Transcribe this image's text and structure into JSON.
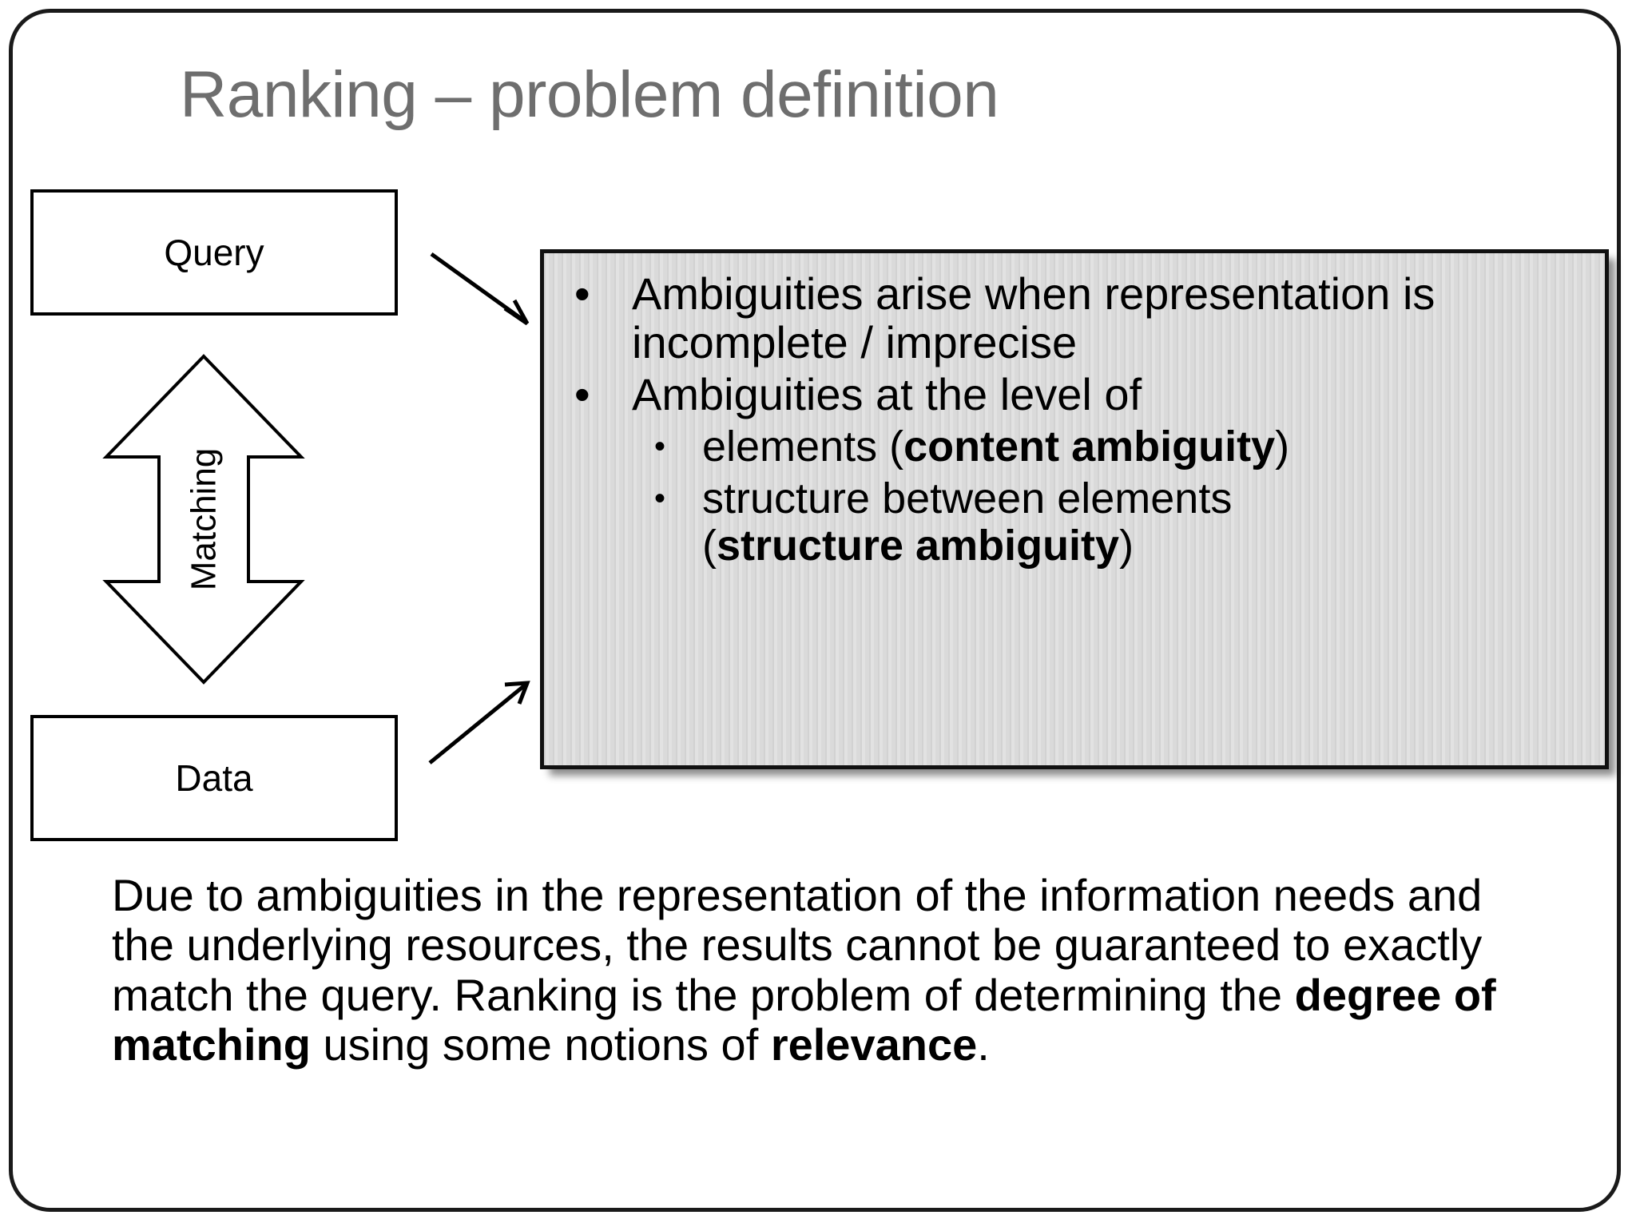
{
  "slide": {
    "title": "Ranking – problem definition",
    "title_color": "#6e6e6e",
    "border_color": "#1a1a1a",
    "background": "#ffffff"
  },
  "diagram": {
    "query_box": {
      "label": "Query"
    },
    "data_box": {
      "label": "Data"
    },
    "matching_arrow": {
      "label": "Matching"
    },
    "connectors": [
      {
        "name": "query-to-panel",
        "direction": "down-right"
      },
      {
        "name": "data-to-panel",
        "direction": "up-right"
      }
    ]
  },
  "ambiguity_panel": {
    "fill_color": "#dcdcdc",
    "border_color": "#111111",
    "bullet_glyph": "•",
    "items": [
      {
        "level": 1,
        "text": "Ambiguities arise when representation is incomplete / imprecise"
      },
      {
        "level": 1,
        "text": "Ambiguities at the level of",
        "children": [
          {
            "level": 2,
            "prefix": "elements (",
            "bold": "content ambiguity",
            "suffix": ")"
          },
          {
            "level": 2,
            "line1": "structure between elements",
            "prefix": "(",
            "bold": "structure ambiguity",
            "suffix": ")"
          }
        ]
      }
    ]
  },
  "summary": {
    "part1": "Due to ambiguities in the representation of the information needs and the underlying resources, the results cannot be guaranteed to exactly match the query. Ranking is the problem of determining the ",
    "bold1": "degree of matching",
    "part2": " using some notions of ",
    "bold2": "relevance",
    "part3": "."
  }
}
